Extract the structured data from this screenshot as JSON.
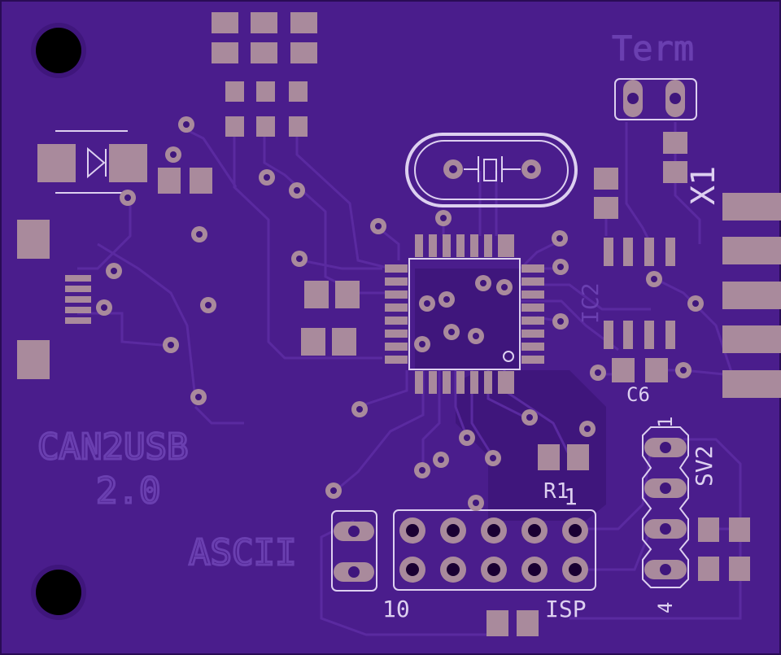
{
  "board": {
    "colors": {
      "substrate": "#4a1d8c",
      "copper_fill": "#3f167c",
      "trace": "#5a2aa0",
      "trace_dark": "#36106e",
      "pad": "#a98a9c",
      "pad_edge": "#b79aa8",
      "silk": "#ddd0f0",
      "silk_faint": "#6a3fb0",
      "hole": "#000000",
      "outline": "#2a0c55"
    },
    "silkscreen": {
      "term": "Term",
      "x1": "X1",
      "ic2": "IC2",
      "c6": "C6",
      "sv2": "SV2",
      "sv2_pin1": "1",
      "sv2_pin4": "4",
      "r1": "R1",
      "isp_pin1": "1",
      "isp_pin10": "10",
      "isp": "ISP",
      "product_line1": "CAN2USB",
      "product_line2": "2.0",
      "ascii": "ASCII"
    }
  }
}
